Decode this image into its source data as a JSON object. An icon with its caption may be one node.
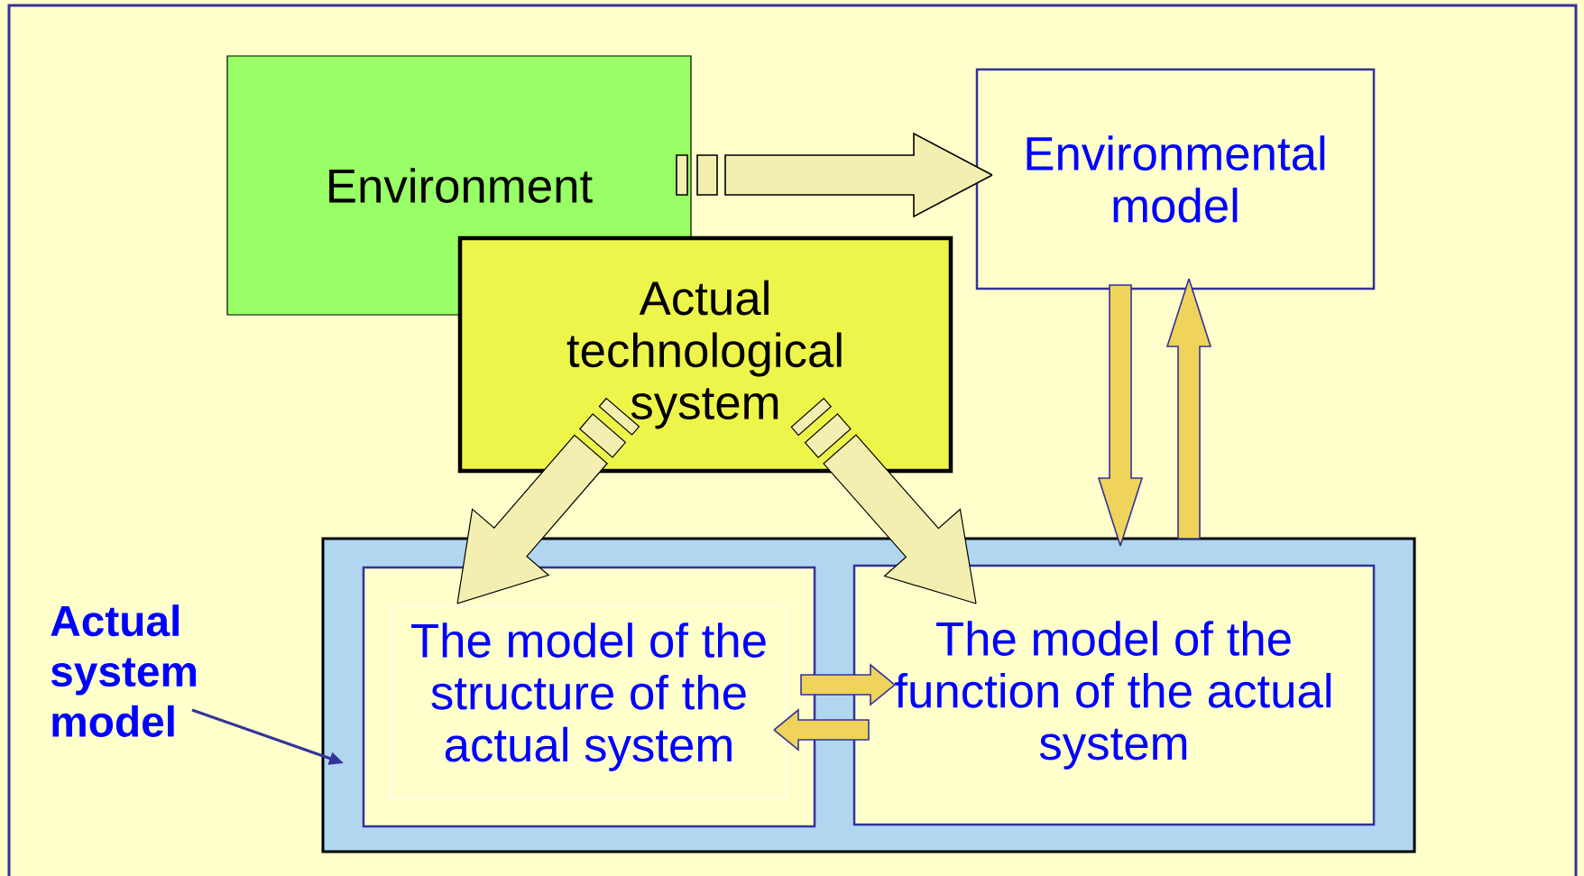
{
  "diagram": {
    "nodes": [
      {
        "text": [
          "Environment"
        ]
      },
      {
        "text": [
          "Environmental model"
        ]
      },
      {
        "text": [
          "Actual technological system"
        ]
      },
      {
        "text": [],
        "shape": "box"
      },
      {
        "text": [
          "The model of the structure of the actual system"
        ],
        "in": 3
      },
      {
        "text": [
          "The model of the function of the actual system"
        ],
        "in": 3
      },
      {
        "text": [
          "Actual system model"
        ]
      }
    ],
    "edges": [
      {
        "from": 0,
        "to": 1,
        "arrow": "to",
        "color": "#f2efb0"
      },
      {
        "from": 2,
        "to": 4,
        "arrow": "to",
        "color": "#f2efb0"
      },
      {
        "from": 2,
        "to": 5,
        "arrow": "to",
        "color": "#f2efb0"
      },
      {
        "from": 1,
        "to": 3,
        "arrow": "to"
      },
      {
        "from": 3,
        "to": 1,
        "arrow": "to"
      },
      {
        "from": 4,
        "to": 5,
        "arrow": "to"
      },
      {
        "from": 5,
        "to": 4,
        "arrow": "to"
      },
      {
        "from": 6,
        "to": 3,
        "arrow": "to",
        "color": "#333399"
      }
    ]
  }
}
